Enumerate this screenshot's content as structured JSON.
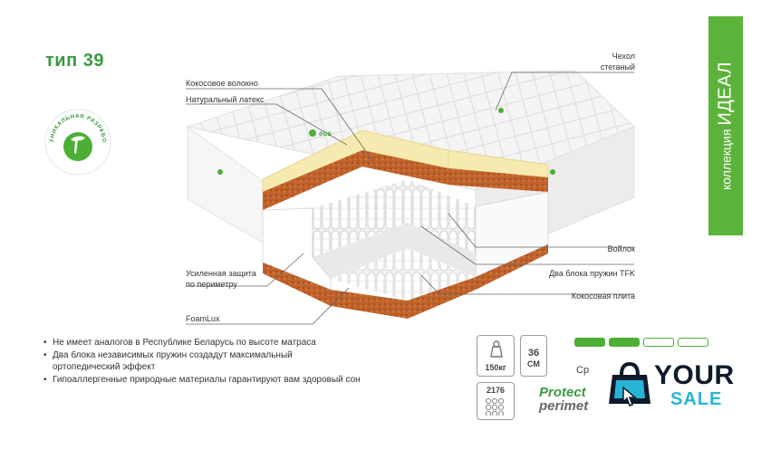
{
  "title": "тип 39",
  "badge": {
    "text": "УНИКАЛЬНАЯ РАЗРАБОТКА"
  },
  "collection": {
    "word": "коллекция",
    "name": "ИДЕАЛ"
  },
  "brand_mark": "eos",
  "layers": {
    "coconut_fiber": "Кокосовое волокно",
    "natural_latex": "Натуральный латекс",
    "cover_line1": "Чехол",
    "cover_line2": "стеганый",
    "felt": "Войлок",
    "springs": "Два блока пружин TFK",
    "coconut_plate": "Кокосовая плита",
    "perimeter_line1": "Усиленная защита",
    "perimeter_line2": "по периметру",
    "foamlux": "FoamLux"
  },
  "features": [
    "Не имеет аналогов в Республике Беларусь по высоте матраса",
    "Два блока независимых пружин создадут максимальный ортопедический эффект",
    "Гипоаллергенные природные материалы гарантируют вам здоровый сон"
  ],
  "specs": {
    "weight": "150кг",
    "height_value": "36",
    "height_unit": "СМ",
    "springs_count": "2176",
    "protect_line1": "Protect",
    "protect_line2": "perimet",
    "firmness_label": "Ср",
    "firmness_level": "2 of 4"
  },
  "watermark": {
    "word1": "YOUR",
    "word2": "SALE"
  },
  "colors": {
    "accent_green": "#4caf34",
    "collection_green": "#5cb33b",
    "watermark_dark": "#0d1a2b",
    "watermark_cyan": "#27b5d6"
  }
}
